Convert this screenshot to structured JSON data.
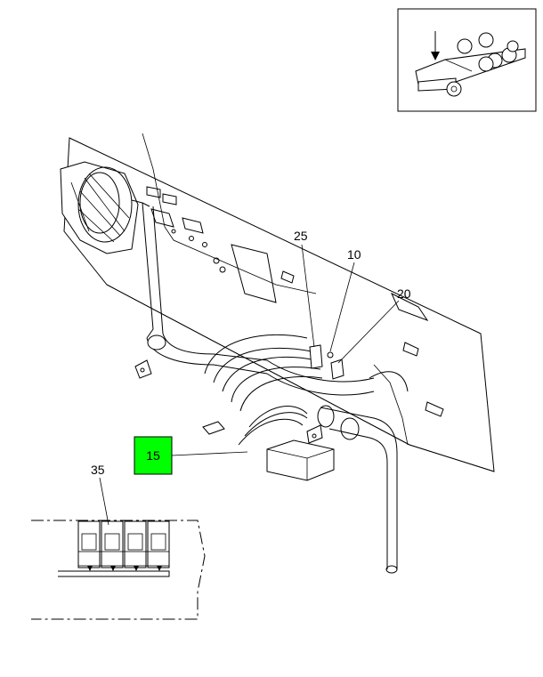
{
  "callouts": {
    "c25": "25",
    "c10": "10",
    "c20": "20",
    "c15": "15",
    "c35": "35"
  },
  "colors": {
    "highlight": "#00ff00",
    "ink": "#000000",
    "background": "#ffffff"
  }
}
